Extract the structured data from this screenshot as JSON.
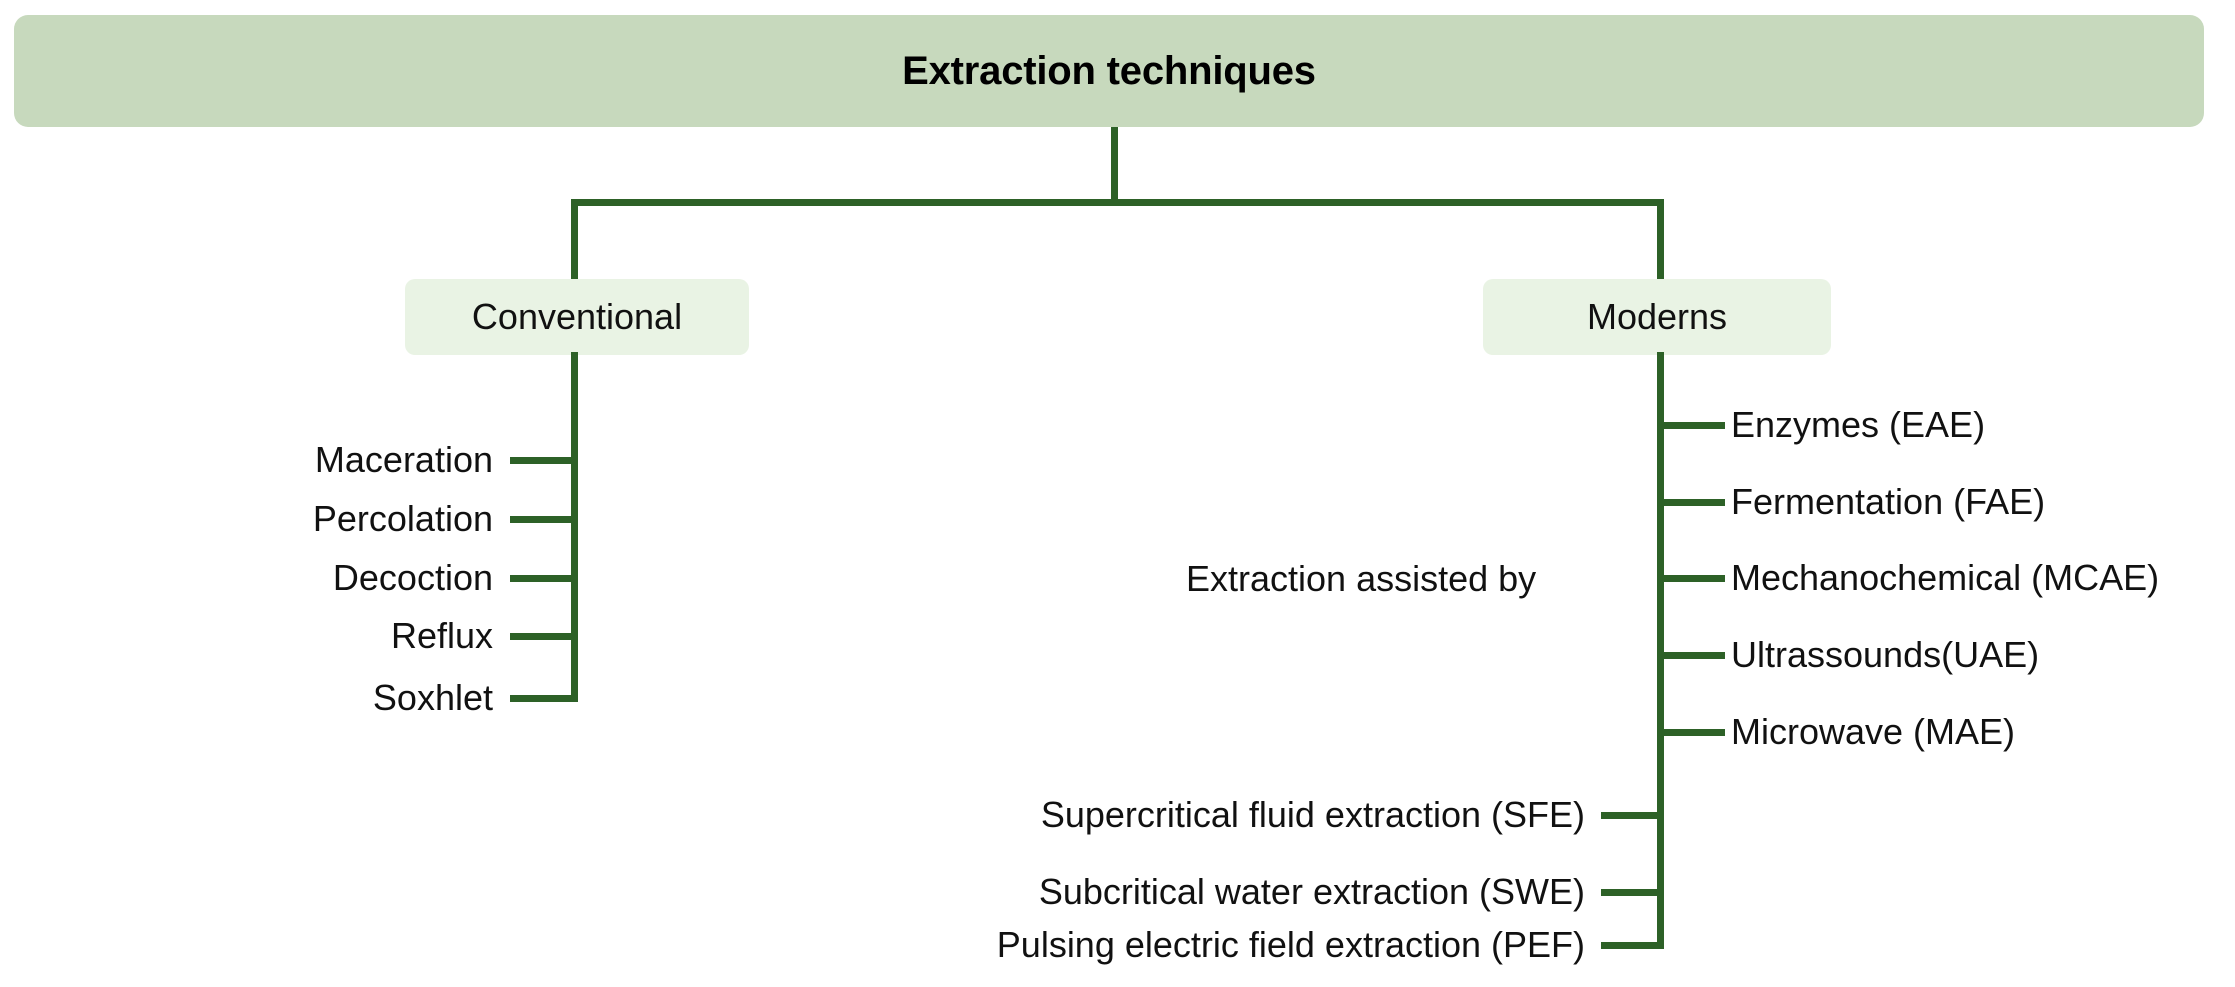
{
  "title": {
    "text": "Extraction techniques"
  },
  "branches": {
    "conventional": {
      "label": "Conventional"
    },
    "moderns": {
      "label": "Moderns"
    }
  },
  "assisted": {
    "label": "Extraction assisted by"
  },
  "conventional_items": [
    {
      "label": "Maceration"
    },
    {
      "label": "Percolation"
    },
    {
      "label": "Decoction"
    },
    {
      "label": "Reflux"
    },
    {
      "label": "Soxhlet"
    }
  ],
  "assisted_items": [
    {
      "label": "Enzymes (EAE)"
    },
    {
      "label": "Fermentation (FAE)"
    },
    {
      "label": "Mechanochemical (MCAE)"
    },
    {
      "label": "Ultrassounds(UAE)"
    },
    {
      "label": "Microwave (MAE)"
    }
  ],
  "modern_other_items": [
    {
      "label": "Supercritical fluid extraction (SFE)"
    },
    {
      "label": "Subcritical water extraction (SWE)"
    },
    {
      "label": "Pulsing electric field extraction (PEF)"
    }
  ],
  "colors": {
    "title_background": "#c7d9bd",
    "node_background": "#e9f3e4",
    "line": "#2d6127",
    "text": "#111111"
  }
}
